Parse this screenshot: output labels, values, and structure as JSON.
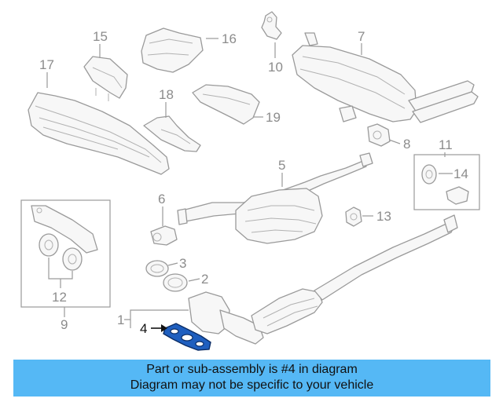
{
  "diagram": {
    "callouts": {
      "c1": "1",
      "c2": "2",
      "c3": "3",
      "c4": "4",
      "c5": "5",
      "c6": "6",
      "c7": "7",
      "c8": "8",
      "c9": "9",
      "c10": "10",
      "c11": "11",
      "c12": "12",
      "c13": "13",
      "c14": "14",
      "c15": "15",
      "c16": "16",
      "c17": "17",
      "c18": "18",
      "c19": "19"
    },
    "highlighted_part": "4",
    "colors": {
      "line": "#9a9a9a",
      "highlight": "#1f5fbf",
      "banner": "#55b8f5"
    }
  },
  "banner": {
    "line1": "Part or sub-assembly is #4 in diagram",
    "line2": "Diagram may not be specific to your vehicle"
  }
}
